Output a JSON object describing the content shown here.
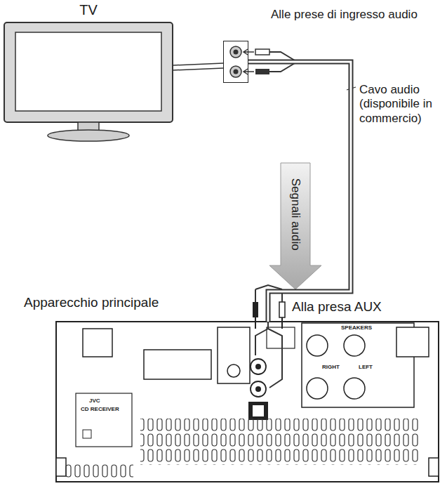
{
  "diagram": {
    "nodes": [
      {
        "text": [
          "TV"
        ]
      },
      {
        "text": [
          "Alle prese di ingresso audio"
        ]
      },
      {
        "text": [
          "Apparecchio principale"
        ]
      }
    ],
    "edges": [
      {
        "from": 1,
        "to": 2,
        "arrow": "none"
      }
    ],
    "labels": [
      "Cavo audio (disponibile in commercio)",
      "Segnali audio",
      "Alla presa AUX",
      "SPEAKERS",
      "RIGHT",
      "LEFT",
      "JVC",
      "CD RECEIVER"
    ]
  }
}
